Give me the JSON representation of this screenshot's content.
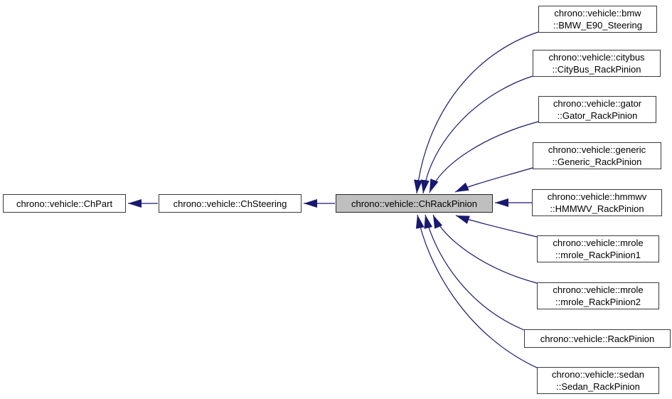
{
  "diagram": {
    "type": "inheritance-graph",
    "colors": {
      "background": "#ffffff",
      "edge": "#191970",
      "node_border": "#3a3a3a",
      "node_fill": "#ffffff",
      "highlight_fill": "#bfbfbf",
      "text": "#000000"
    },
    "nodes": {
      "chpart": {
        "label": "chrono::vehicle::ChPart",
        "highlighted": false
      },
      "chsteering": {
        "label": "chrono::vehicle::ChSteering",
        "highlighted": false
      },
      "chrackpinion": {
        "label": "chrono::vehicle::ChRackPinion",
        "highlighted": true
      },
      "bmw": {
        "label": "chrono::vehicle::bmw\n::BMW_E90_Steering",
        "highlighted": false
      },
      "citybus": {
        "label": "chrono::vehicle::citybus\n::CityBus_RackPinion",
        "highlighted": false
      },
      "gator": {
        "label": "chrono::vehicle::gator\n::Gator_RackPinion",
        "highlighted": false
      },
      "generic": {
        "label": "chrono::vehicle::generic\n::Generic_RackPinion",
        "highlighted": false
      },
      "hmmwv": {
        "label": "chrono::vehicle::hmmwv\n::HMMWV_RackPinion",
        "highlighted": false
      },
      "mrole1": {
        "label": "chrono::vehicle::mrole\n::mrole_RackPinion1",
        "highlighted": false
      },
      "mrole2": {
        "label": "chrono::vehicle::mrole\n::mrole_RackPinion2",
        "highlighted": false
      },
      "rackpinion": {
        "label": "chrono::vehicle::RackPinion",
        "highlighted": false
      },
      "sedan": {
        "label": "chrono::vehicle::sedan\n::Sedan_RackPinion",
        "highlighted": false
      }
    },
    "edges": [
      {
        "from": "chsteering",
        "to": "chpart"
      },
      {
        "from": "chrackpinion",
        "to": "chsteering"
      },
      {
        "from": "bmw",
        "to": "chrackpinion"
      },
      {
        "from": "citybus",
        "to": "chrackpinion"
      },
      {
        "from": "gator",
        "to": "chrackpinion"
      },
      {
        "from": "generic",
        "to": "chrackpinion"
      },
      {
        "from": "hmmwv",
        "to": "chrackpinion"
      },
      {
        "from": "mrole1",
        "to": "chrackpinion"
      },
      {
        "from": "mrole2",
        "to": "chrackpinion"
      },
      {
        "from": "rackpinion",
        "to": "chrackpinion"
      },
      {
        "from": "sedan",
        "to": "chrackpinion"
      }
    ]
  }
}
